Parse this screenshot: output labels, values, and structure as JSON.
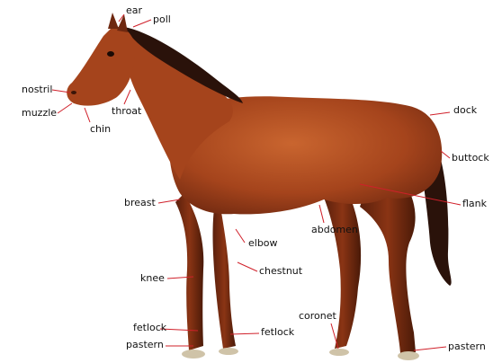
{
  "labels": {
    "ear": "ear",
    "poll": "poll",
    "nostril": "nostril",
    "muzzle": "muzzle",
    "chin": "chin",
    "throat": "throat",
    "dock": "dock",
    "buttock": "buttock",
    "breast": "breast",
    "flank": "flank",
    "abdomen": "abdomen",
    "elbow": "elbow",
    "chestnut": "chestnut",
    "knee": "knee",
    "fetlock_front": "fetlock",
    "fetlock_hind": "fetlock",
    "coronet": "coronet",
    "pastern_front": "pastern",
    "pastern_hind": "pastern"
  },
  "colors": {
    "coat": "#a5441c",
    "coat_dark": "#6e2810",
    "coat_light": "#c9652f",
    "mane": "#2a120a",
    "leader_line": "#d0202a"
  }
}
